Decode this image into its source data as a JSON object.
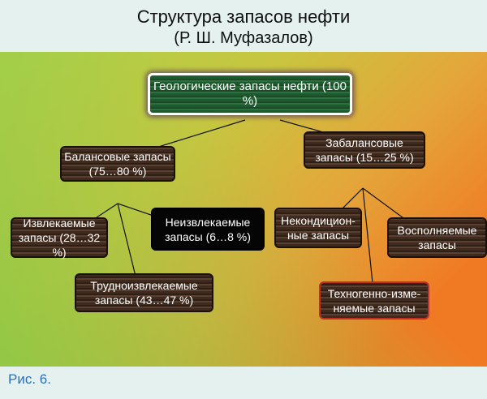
{
  "title": "Структура запасов нефти",
  "subtitle": "(Р. Ш. Муфазалов)",
  "nodes": {
    "root": "Геологические запасы нефти (100 %)",
    "balance": "Балансовые запасы (75…80 %)",
    "offbalance": "Забалансовые запасы (15…25 %)",
    "recoverable": "Извлекаемые запасы (28…32 %)",
    "unrecoverable": "Неизвлекаемые запасы (6…8 %)",
    "hard": "Трудноизвлекаемые запасы (43…47 %)",
    "substandard": "Некондицион-ные запасы",
    "replenishable": "Восполняемые запасы",
    "technogenic": "Техногенно-изме-няемые запасы"
  },
  "caption": "Рис. 6."
}
